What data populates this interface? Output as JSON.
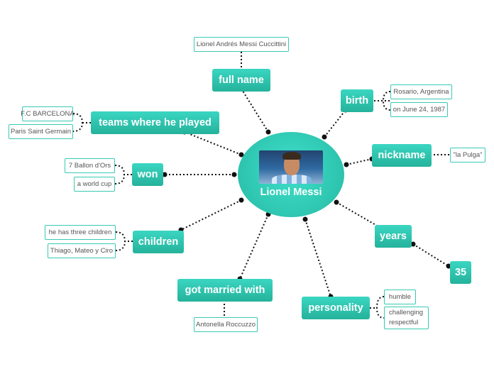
{
  "central": {
    "label": "Lionel Messi",
    "image": "messi-portrait"
  },
  "topics": {
    "full_name": "full name",
    "birth": "birth",
    "nickname": "nickname",
    "years": "years",
    "teams": "teams where he played",
    "won": "won",
    "children": "children",
    "married": "got married with",
    "personality": "personality",
    "age": "35"
  },
  "details": {
    "full_name_value": "Lionel Andrés Messi Cuccittini",
    "birth_place": "Rosario, Argentina",
    "birth_date": "on June 24, 1987",
    "nickname_value": "\"la Pulga\"",
    "team_1": "F.C BARCELONA",
    "team_2": "Paris Saint Germain",
    "won_1": "7 Ballon d'Ors",
    "won_2": "a world cup",
    "children_1": "he has three children",
    "children_2": "Thiago, Mateo y Ciro",
    "spouse": "Antonella Roccuzzo",
    "personality_1": "humble",
    "personality_2_line1": "challenging",
    "personality_2_line2": "respectful"
  },
  "colors": {
    "topic": "#2fc5b0",
    "central": "#33cdb9",
    "connector": "#111111",
    "leaf_border": "#39c9b4"
  }
}
